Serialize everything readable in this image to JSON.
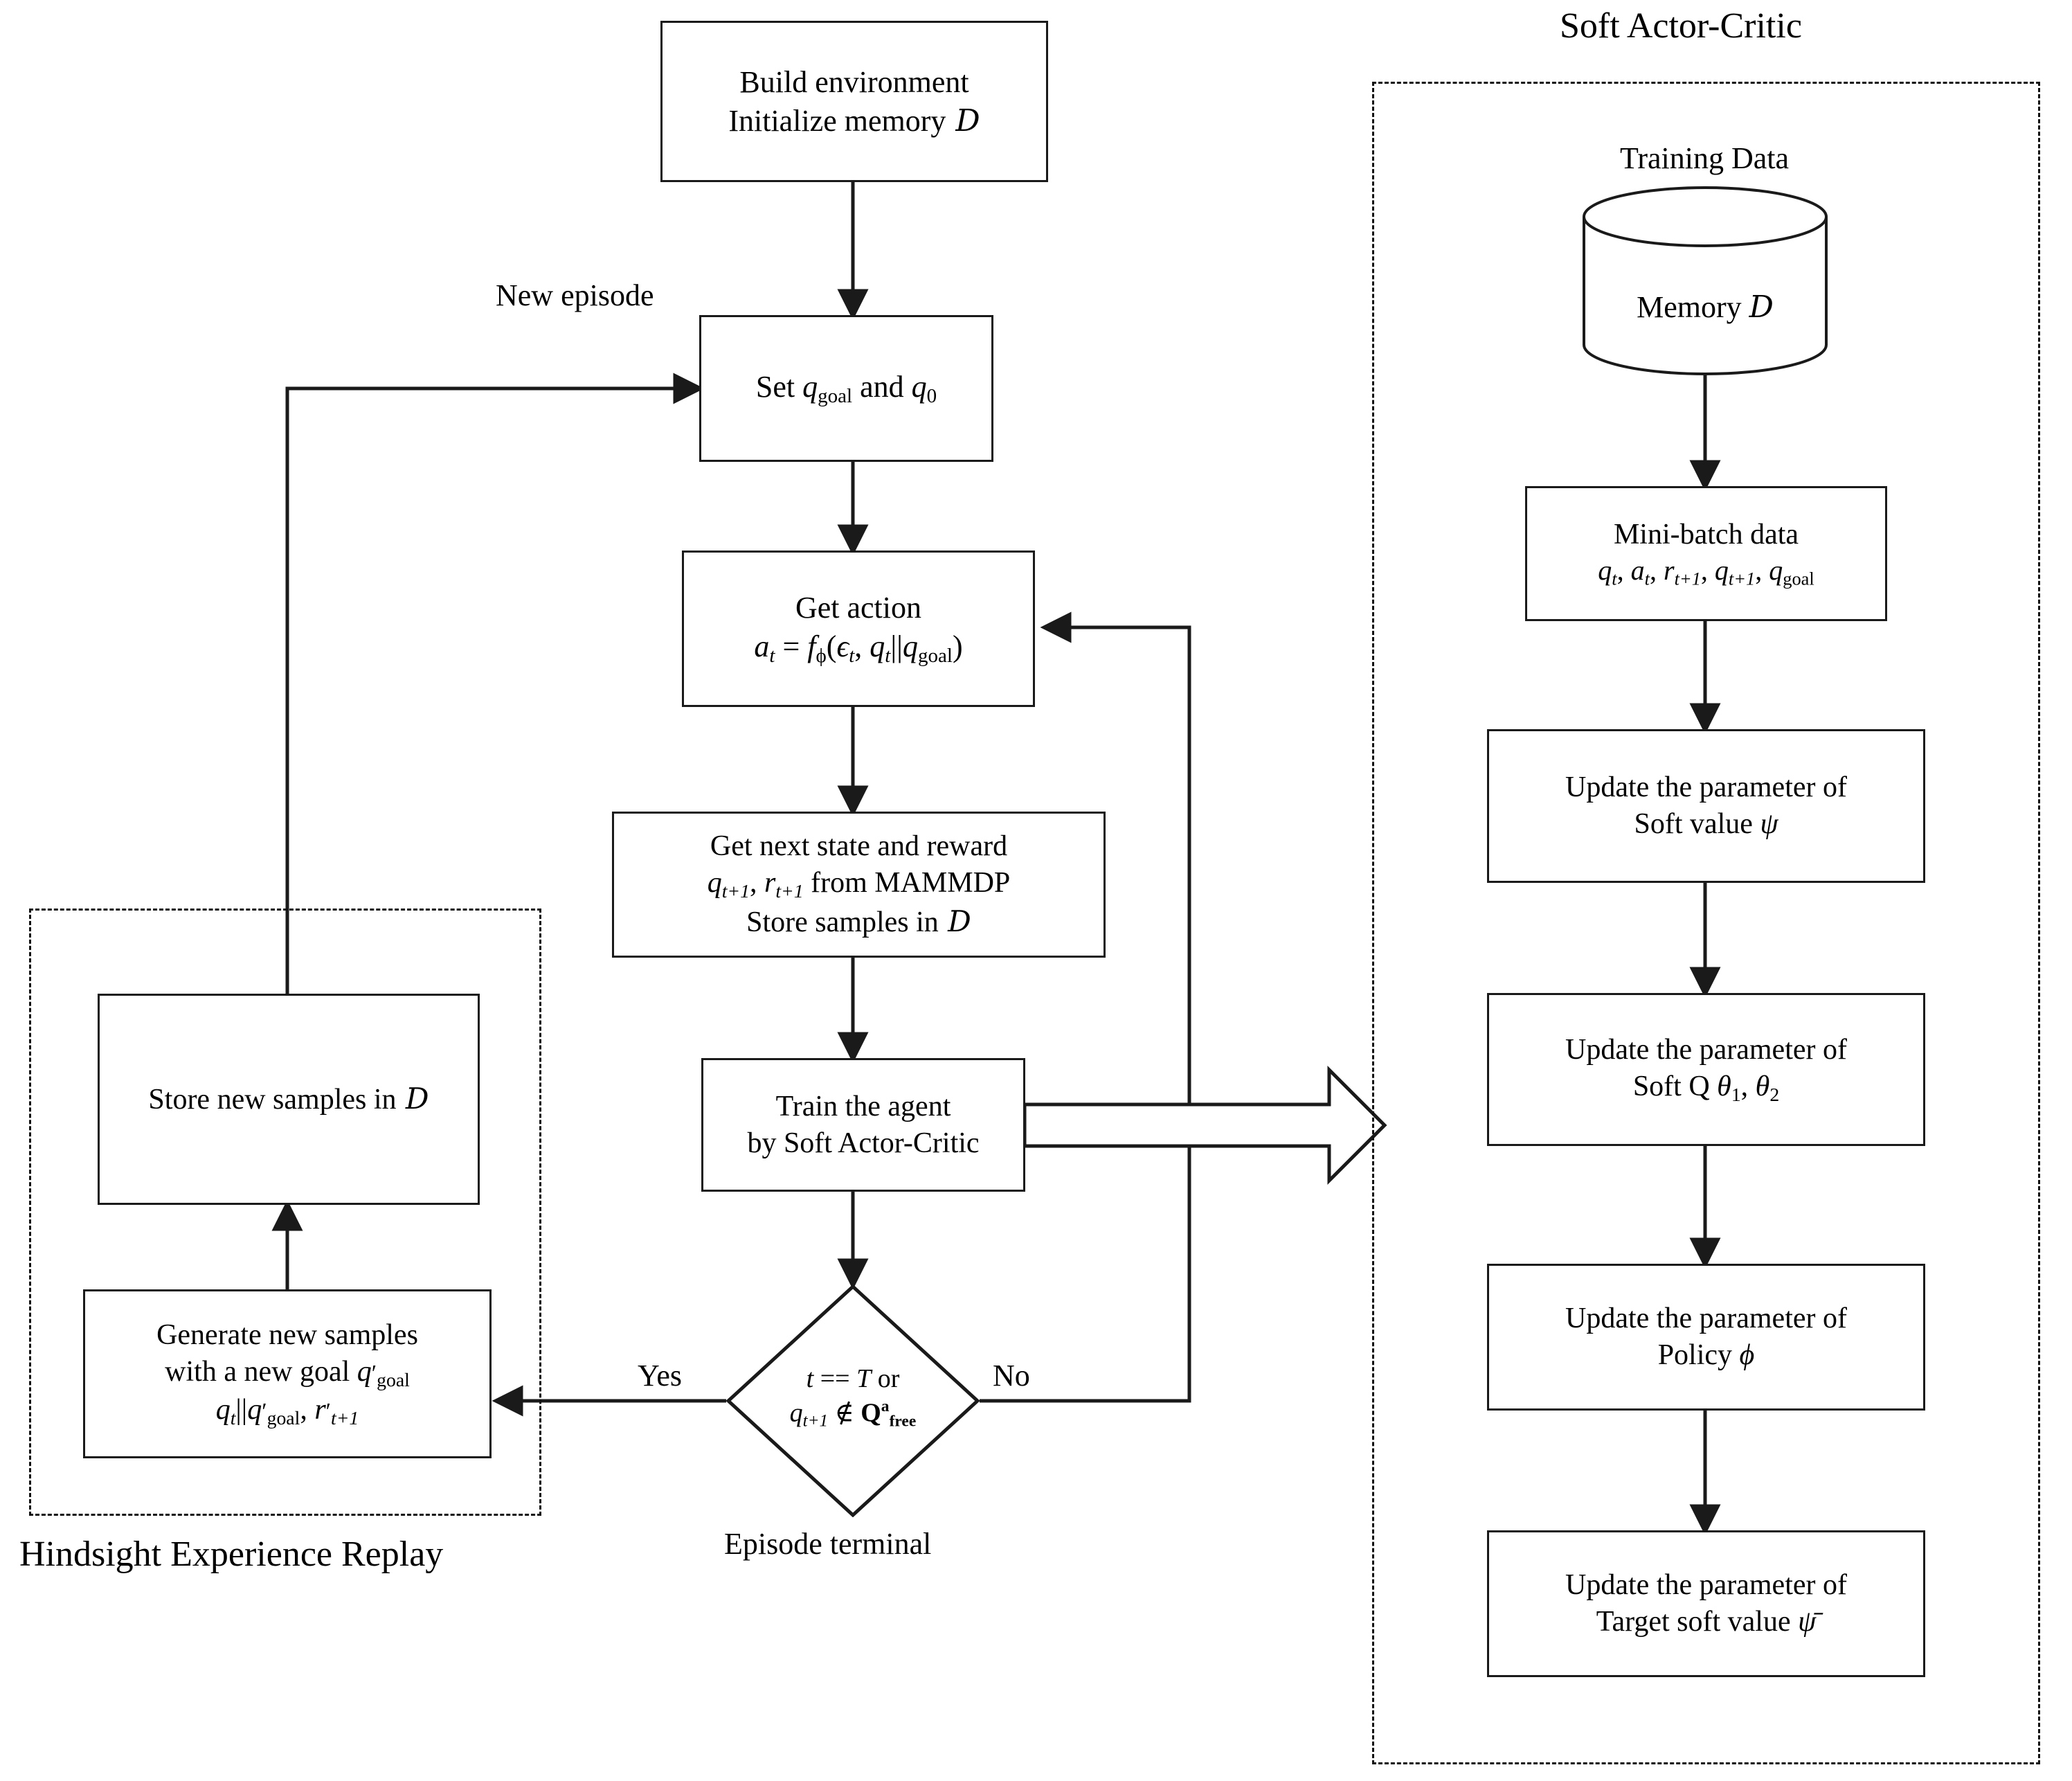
{
  "figure": {
    "type": "flowchart",
    "description": "Training pipeline flowchart combining Soft Actor-Critic with Hindsight Experience Replay"
  },
  "sections": {
    "sac_title": "Soft Actor-Critic",
    "her_title": "Hindsight Experience Replay"
  },
  "main_flow": {
    "build": {
      "line1": "Build  environment",
      "line2_a": "Initialize memory",
      "line2_sym": "D"
    },
    "set_goal": {
      "pre": "Set ",
      "q": "q",
      "qsub": "goal",
      "mid": " and ",
      "q0": "q",
      "q0sub": "0"
    },
    "get_action": {
      "line1": "Get action",
      "a": "a",
      "asub": "t",
      "eq": " = ",
      "f": "f",
      "fsub": "ϕ",
      "open": "(",
      "eps": "ϵ",
      "epssub": "t",
      "comma": ",  ",
      "qt": "q",
      "qtsub": "t",
      "bar": "||",
      "qg": "q",
      "qgsub": "goal",
      "close": ")"
    },
    "next_state": {
      "line1": "Get next state and reward",
      "q": "q",
      "qsub": "t+1",
      "comma": ", ",
      "r": "r",
      "rsub": "t+1",
      "from": " from MAMMDP",
      "line3_a": "Store samples in",
      "line3_sym": "D"
    },
    "train": {
      "line1": "Train the agent",
      "line2": "by Soft Actor-Critic"
    },
    "decision": {
      "line1_t": "t",
      "line1_eq": " == ",
      "line1_T": "T",
      "line1_or": " or",
      "line2_q": "q",
      "line2_qsub": "t+1",
      "line2_notin": " ∉ ",
      "line2_Q": "Q",
      "line2_sup": "a",
      "line2_sub": "free"
    },
    "labels": {
      "new_episode": "New episode",
      "yes": "Yes",
      "no": "No",
      "episode_terminal": "Episode terminal"
    }
  },
  "her_flow": {
    "store_new": {
      "text": "Store new samples in",
      "sym": "D"
    },
    "generate_new": {
      "line1": "Generate new samples",
      "line2_a": "with a new goal ",
      "line2_q": "q",
      "line2_prime": "′",
      "line2_sub": "goal",
      "line3_qt": "q",
      "line3_qtsub": "t",
      "line3_bar": "||",
      "line3_qg": "q",
      "line3_prime": "′",
      "line3_qgsub": "goal",
      "line3_comma": ",  ",
      "line3_r": "r",
      "line3_rprime": "′",
      "line3_rsub": "t+1"
    }
  },
  "sac_flow": {
    "training_data_label": "Training Data",
    "memory": {
      "text": "Memory ",
      "sym": "D"
    },
    "mini_batch": {
      "line1": "Mini-batch data",
      "q": "q",
      "qsub": "t",
      "c1": ", ",
      "a": "a",
      "asub": "t",
      "c2": ", ",
      "r": "r",
      "rsub": "t+1",
      "c3": ", ",
      "q2": "q",
      "q2sub": "t+1",
      "c4": ", ",
      "q3": "q",
      "q3sub": "goal"
    },
    "update_value": {
      "line1": "Update the parameter of",
      "line2": "Soft value  ",
      "sym": "ψ"
    },
    "update_q": {
      "line1": "Update the parameter of",
      "line2": "Soft Q  ",
      "sym1": "θ",
      "sub1": "1",
      "comma": ", ",
      "sym2": "θ",
      "sub2": "2"
    },
    "update_policy": {
      "line1": "Update the parameter of",
      "line2": "Policy  ",
      "sym": "ϕ"
    },
    "update_target": {
      "line1": "Update the parameter of",
      "line2": "Target soft value  ",
      "sym": "ψ̄"
    }
  },
  "colors": {
    "stroke": "#1a1a1a",
    "background": "#ffffff",
    "dashed": "#111111"
  }
}
